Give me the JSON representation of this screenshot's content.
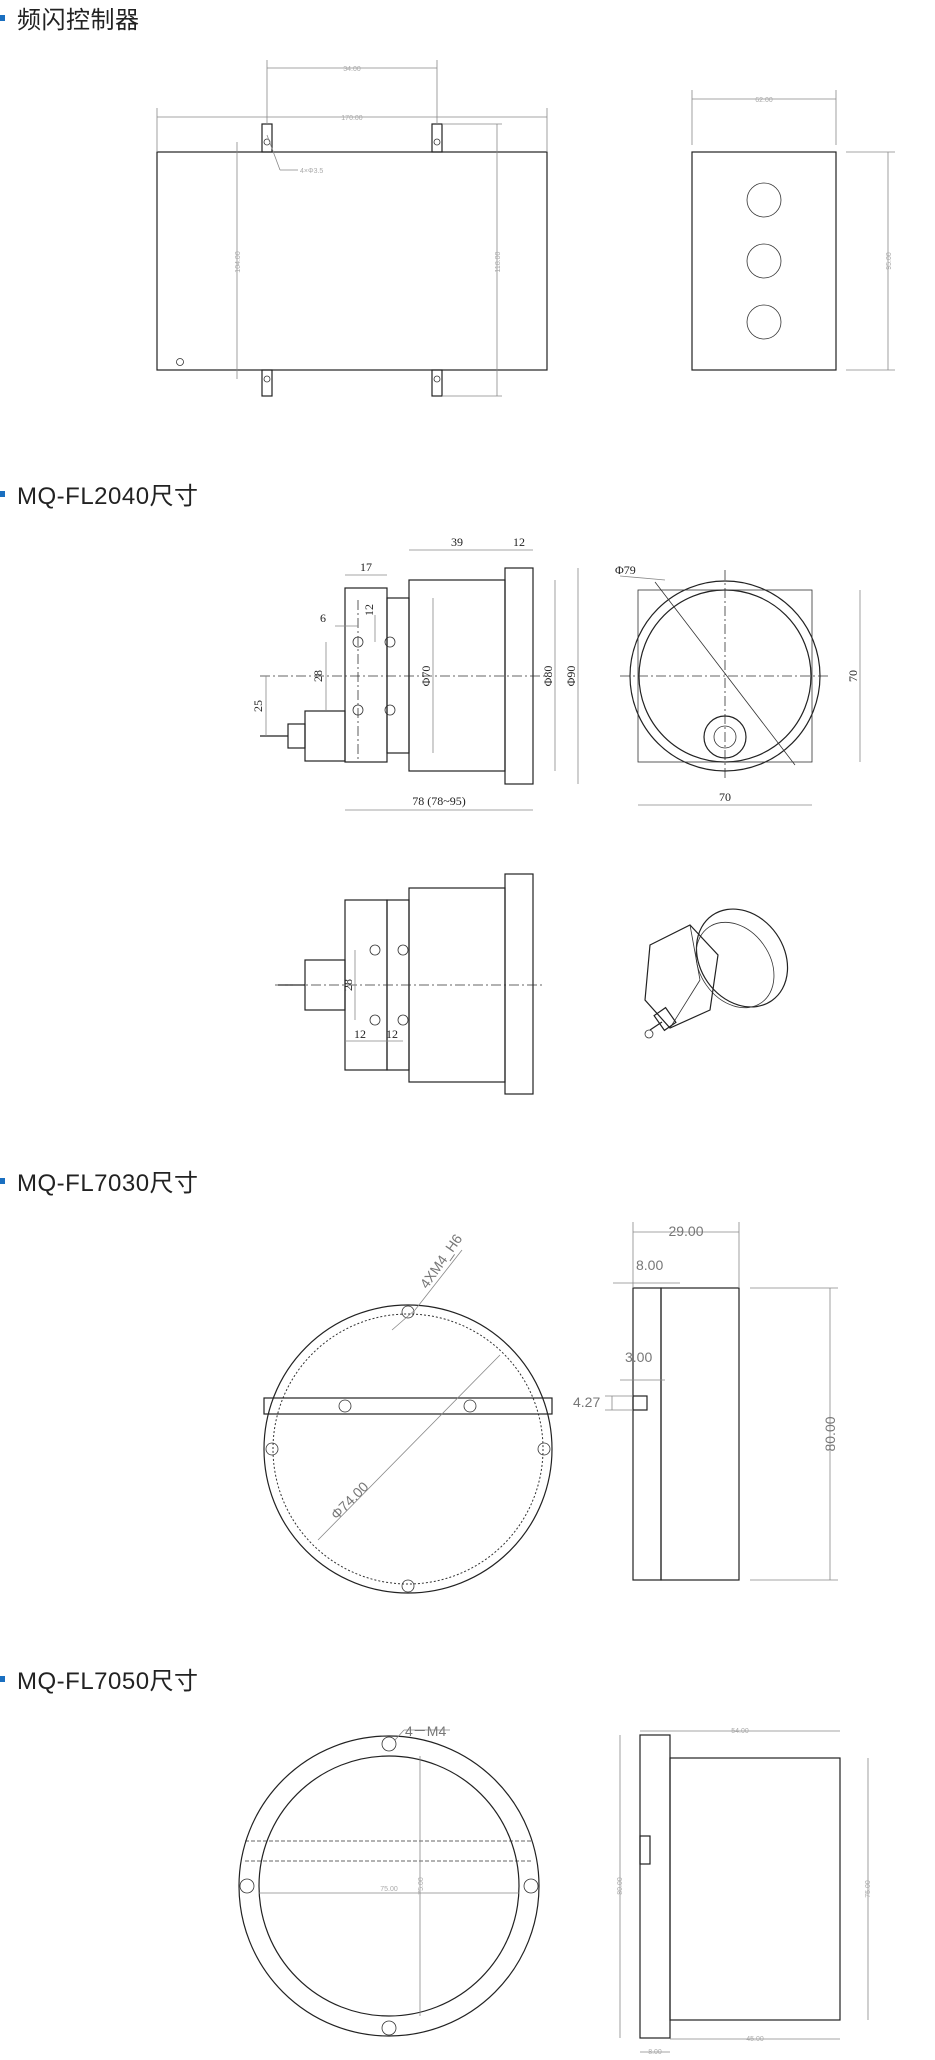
{
  "sections": {
    "s1": {
      "title": "频闪控制器"
    },
    "s2": {
      "title": "MQ-FL2040尺寸"
    },
    "s3": {
      "title": "MQ-FL7030尺寸"
    },
    "s4": {
      "title": "MQ-FL7050尺寸"
    }
  },
  "controller": {
    "dim_top": "34.00",
    "dim_width": "170.00",
    "dim_hole": "4×Φ3.5",
    "dim_inner_h": "104.00",
    "dim_outer_h": "118.00",
    "dim_side_w": "62.00",
    "dim_side_h": "95.00"
  },
  "fl2040": {
    "d17": "17",
    "d39": "39",
    "d12a": "12",
    "d6": "6",
    "d12b": "12",
    "d28": "28",
    "d25": "25",
    "d_phi70": "Φ70",
    "d_phi80": "Φ80",
    "d_phi90": "Φ90",
    "d_len": "78 (78~95)",
    "d_phi79": "Φ79",
    "d70h": "70",
    "d70v": "70",
    "d28b": "28",
    "d12c": "12",
    "d12d": "12"
  },
  "fl7030": {
    "d_holes": "4XM4_H6",
    "d_phi74": "Φ74.00",
    "d29": "29.00",
    "d8": "8.00",
    "d3": "3.00",
    "d427": "4.27",
    "d80": "80.00"
  },
  "fl7050": {
    "d_holes": "4－M4",
    "d_inner": "75.00",
    "d_vert": "75.00",
    "d_side_w": "54.00",
    "d_side_h": "80.00",
    "d_side_h2": "75.00",
    "d_bottom": "45.00",
    "d_bottom2": "8.00"
  }
}
